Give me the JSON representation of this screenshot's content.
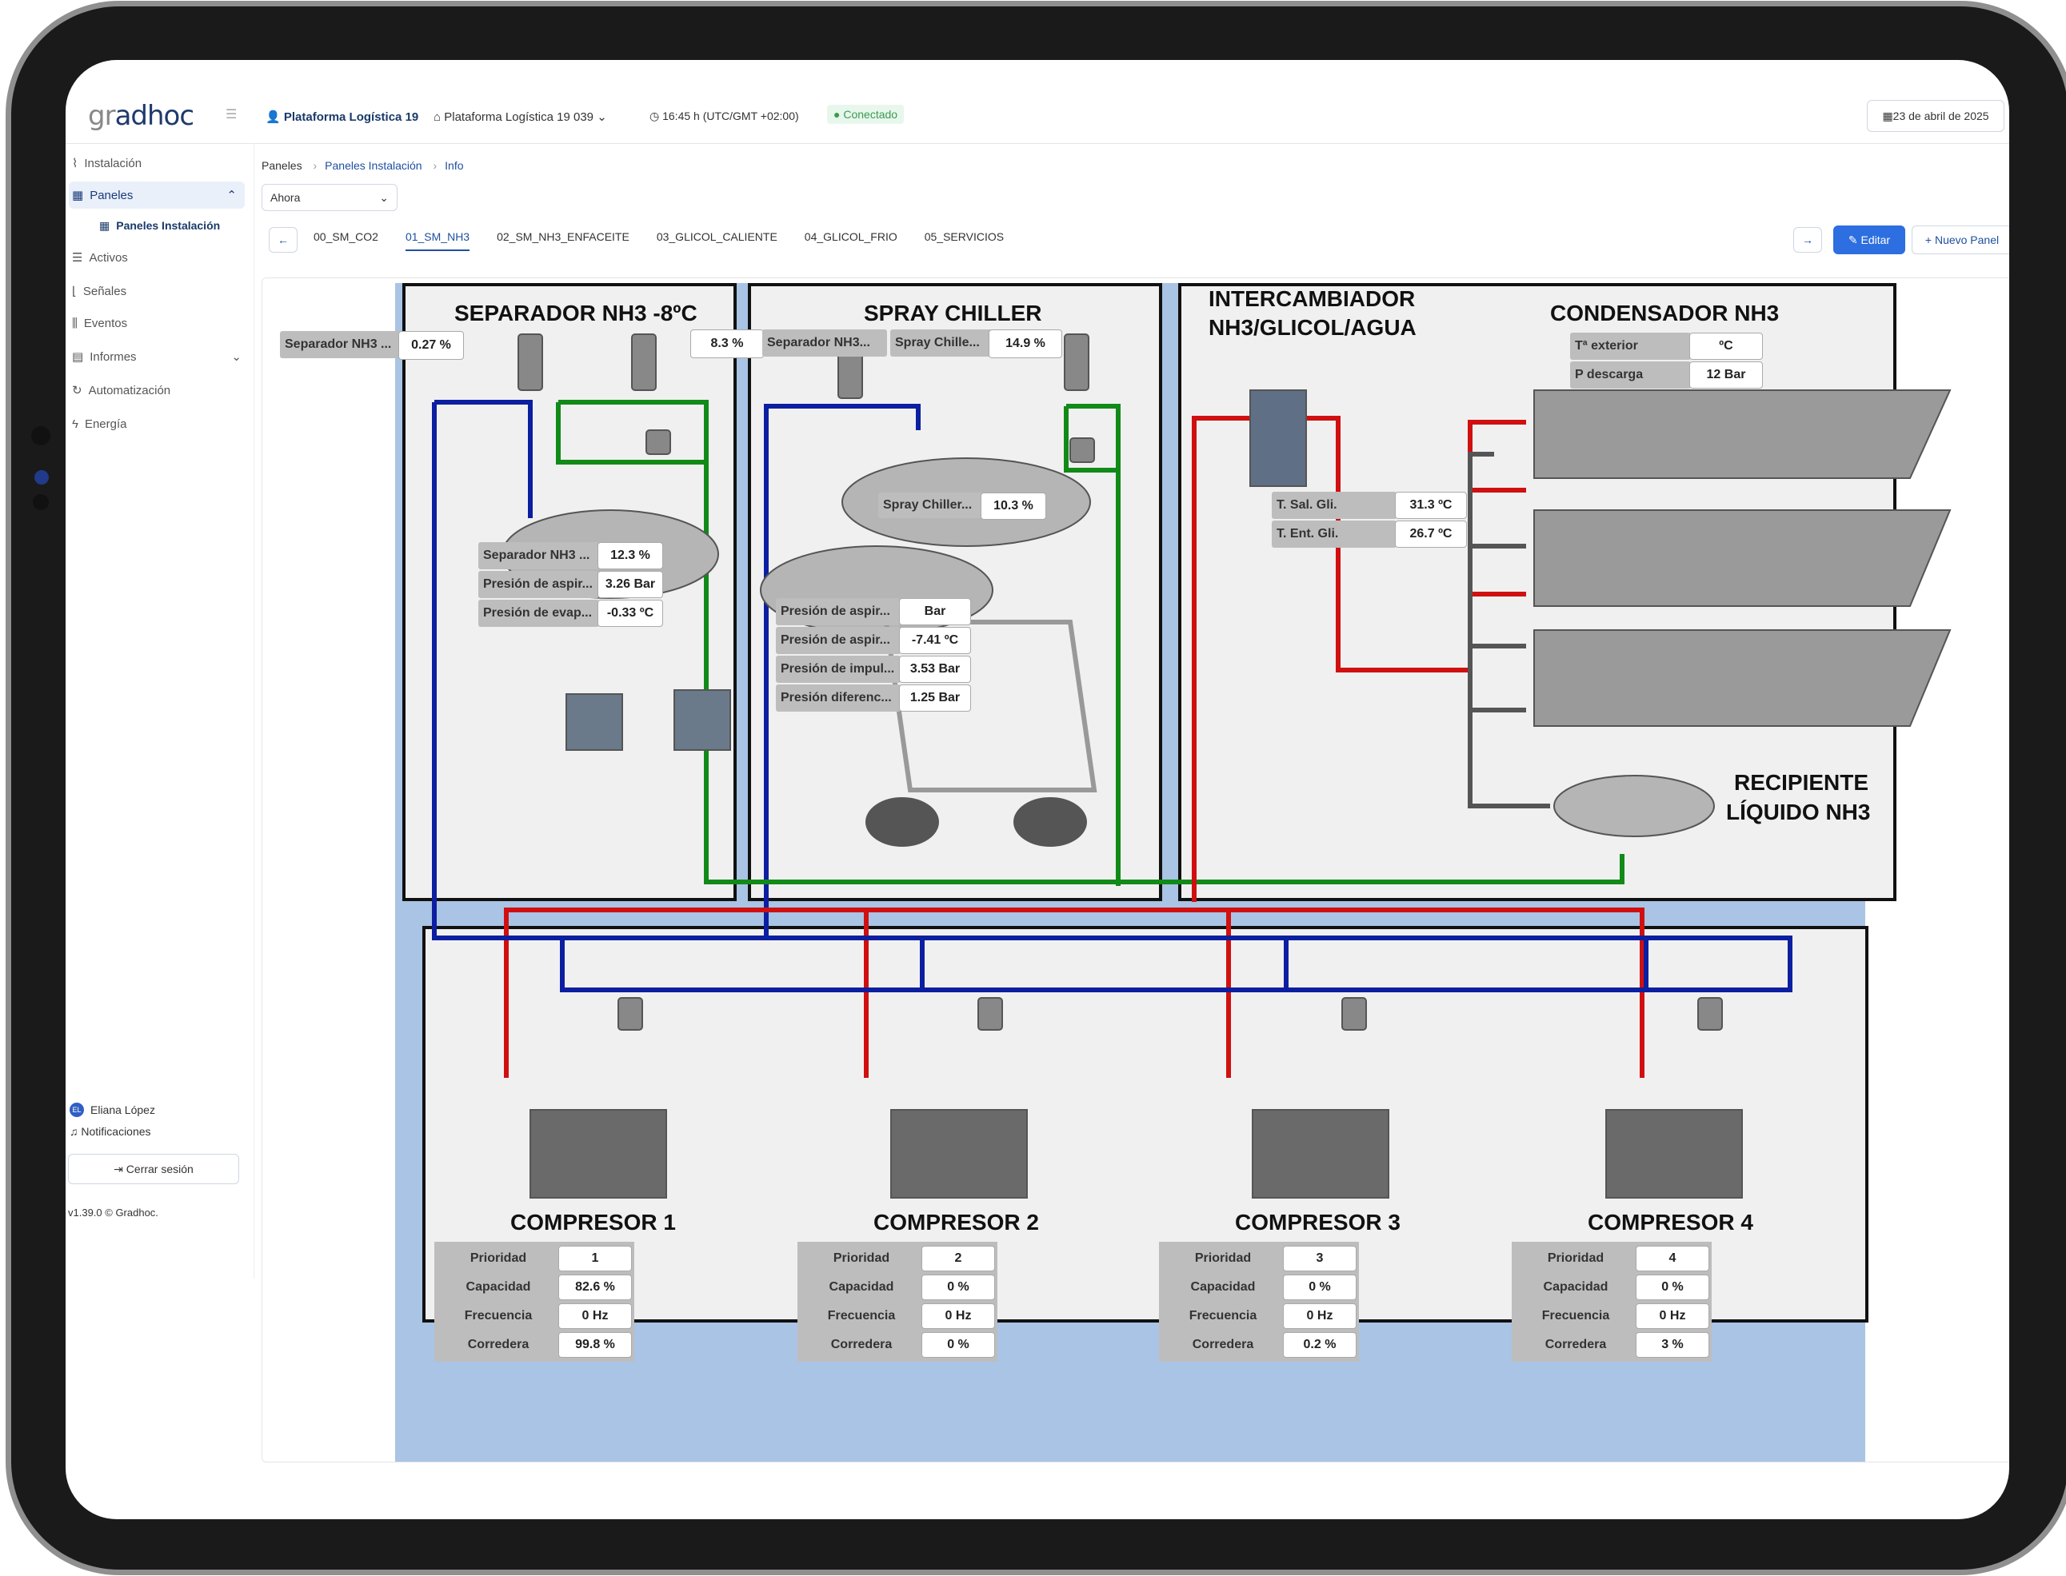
{
  "header": {
    "logo_prefix": "gr",
    "logo_rest": "adhoc",
    "user": "Plataforma Logística 19",
    "installation": "Plataforma Logística 19 039",
    "time": "16:45 h (UTC/GMT +02:00)",
    "status": "Conectado",
    "date": "23 de abril de 2025"
  },
  "sidebar": {
    "items": [
      {
        "label": "Instalación",
        "icon": "activity-icon"
      },
      {
        "label": "Paneles",
        "icon": "grid-icon"
      },
      {
        "label": "Paneles Instalación",
        "icon": "grid-icon"
      },
      {
        "label": "Activos",
        "icon": "list-icon"
      },
      {
        "label": "Señales",
        "icon": "chart-icon"
      },
      {
        "label": "Eventos",
        "icon": "bars-icon"
      },
      {
        "label": "Informes",
        "icon": "file-icon"
      },
      {
        "label": "Automatización",
        "icon": "refresh-icon"
      },
      {
        "label": "Energía",
        "icon": "bolt-icon"
      }
    ],
    "user_initials": "EL",
    "user_name": "Eliana López",
    "notifications": "Notificaciones",
    "logout": "Cerrar sesión",
    "version": "v1.39.0 © Gradhoc."
  },
  "breadcrumb": [
    "Paneles",
    "Paneles Instalación",
    "Info"
  ],
  "time_select": "Ahora",
  "tabs": [
    "00_SM_CO2",
    "01_SM_NH3",
    "02_SM_NH3_ENFACEITE",
    "03_GLICOL_CALIENTE",
    "04_GLICOL_FRIO",
    "05_SERVICIOS"
  ],
  "actions": {
    "edit": "Editar",
    "new_panel": "Nuevo Panel"
  },
  "diagram": {
    "separador": {
      "title": "SEPARADOR NH3 -8ºC",
      "level_label": "Separador NH3 ...",
      "level_value": "0.27 %",
      "valve_value": "8.3 %",
      "rows": [
        [
          "Separador NH3 ...",
          "12.3 %"
        ],
        [
          "Presión de aspir...",
          "3.26 Bar"
        ],
        [
          "Presión de evap...",
          "-0.33 ºC"
        ]
      ]
    },
    "spray": {
      "title": "SPRAY CHILLER",
      "sep_label": "Separador NH3...",
      "valve_label": "Spray Chille...",
      "valve_value": "14.9 %",
      "tank_label": "Spray Chiller...",
      "tank_value": "10.3 %",
      "rows": [
        [
          "Presión de aspir...",
          "Bar"
        ],
        [
          "Presión de aspir...",
          "-7.41 ºC"
        ],
        [
          "Presión de impul...",
          "3.53 Bar"
        ],
        [
          "Presión diferenc...",
          "1.25 Bar"
        ]
      ]
    },
    "intercambiador": {
      "title1": "INTERCAMBIADOR",
      "title2": "NH3/GLICOL/AGUA",
      "rows": [
        [
          "T. Sal. Gli.",
          "31.3 ºC"
        ],
        [
          "T. Ent. Gli.",
          "26.7 ºC"
        ]
      ]
    },
    "condensador": {
      "title": "CONDENSADOR NH3",
      "rows": [
        [
          "Tª exterior",
          "ºC"
        ],
        [
          "P descarga",
          "12 Bar"
        ]
      ]
    },
    "recipiente": {
      "title1": "RECIPIENTE",
      "title2": "LÍQUIDO NH3"
    },
    "row_labels": [
      "Prioridad",
      "Capacidad",
      "Frecuencia",
      "Corredera"
    ],
    "compresores": [
      {
        "title": "COMPRESOR 1",
        "values": [
          "1",
          "82.6 %",
          "0 Hz",
          "99.8 %"
        ]
      },
      {
        "title": "COMPRESOR 2",
        "values": [
          "2",
          "0 %",
          "0 Hz",
          "0 %"
        ]
      },
      {
        "title": "COMPRESOR 3",
        "values": [
          "3",
          "0 %",
          "0 Hz",
          "0.2 %"
        ]
      },
      {
        "title": "COMPRESOR 4",
        "values": [
          "4",
          "0 %",
          "0 Hz",
          "3 %"
        ]
      }
    ],
    "colors": {
      "suction": "#0b1fa0",
      "discharge": "#d01010",
      "glycol": "#118a18",
      "liquid": "#555555",
      "bg_blue": "#a9c4e4"
    }
  }
}
